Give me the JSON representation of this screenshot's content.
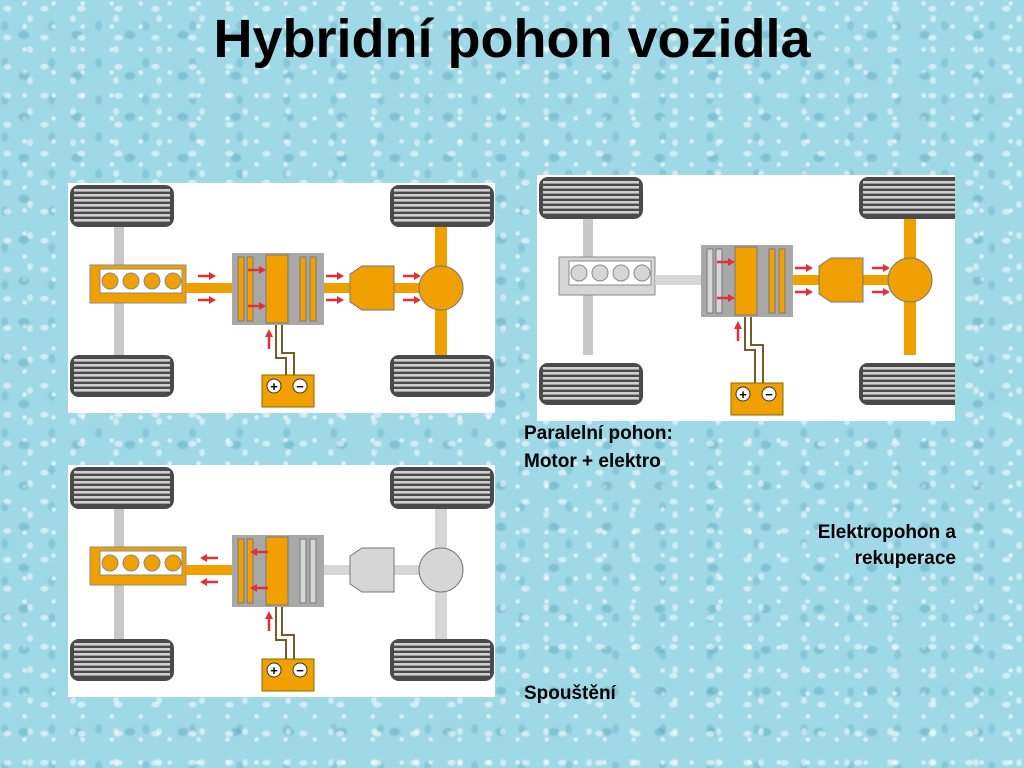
{
  "title": "Hybridní pohon vozidla",
  "captions": {
    "parallel_line1": "Paralelní pohon:",
    "parallel_line2": "Motor + elektro",
    "electric_line1": "Elektropohon a",
    "electric_line2": "rekuperace",
    "start": "Spouštění"
  },
  "battery": {
    "plus": "+",
    "minus": "−"
  },
  "colors": {
    "active": "#f0a000",
    "inactive": "#d6d6d6",
    "axle": "#c8c8c8",
    "tire": "#4a4a4a",
    "clutch_housing": "#a8a8a8",
    "arrow": "#e0303c",
    "wire": "#7a5a28"
  },
  "diagrams": [
    {
      "name": "top-left",
      "engine_active": true,
      "gearbox_active": true,
      "diff_active": true,
      "flow_direction": "to-wheels"
    },
    {
      "name": "top-right",
      "engine_active": false,
      "gearbox_active": true,
      "diff_active": true,
      "flow_direction": "to-wheels"
    },
    {
      "name": "bottom-left",
      "engine_active": true,
      "gearbox_active": false,
      "diff_active": false,
      "flow_direction": "to-engine"
    }
  ]
}
